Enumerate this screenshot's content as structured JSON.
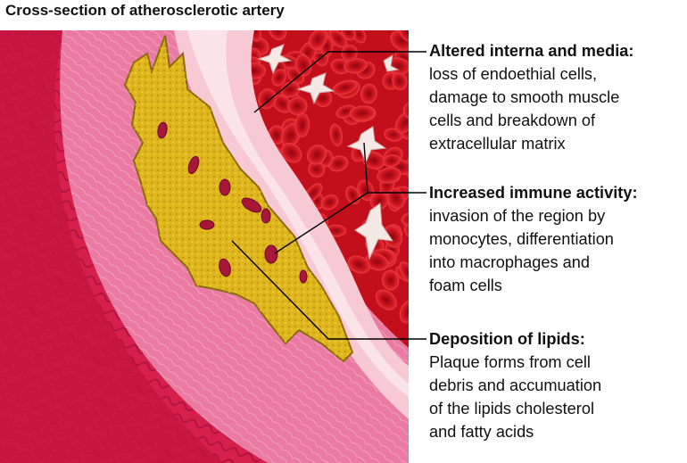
{
  "title": "Cross-section of atherosclerotic artery",
  "callouts": [
    {
      "heading": "Altered interna and media:",
      "lines": [
        "loss of endoethial cells,",
        "damage to smooth muscle",
        "cells and breakdown of",
        "extracellular matrix"
      ]
    },
    {
      "heading": "Increased immune activity:",
      "lines": [
        "invasion of the region by",
        "monocytes, differentiation",
        "into macrophages and",
        "foam cells"
      ]
    },
    {
      "heading": "Deposition of lipids:",
      "lines": [
        "Plaque forms from cell",
        "debris and accumuation",
        "of the lipids cholesterol",
        "and fatty acids"
      ]
    }
  ],
  "colors": {
    "blood": "#c8101c",
    "outer_wall": "#d81e4e",
    "media": "#ec7ea6",
    "plaque": "#d8b21a",
    "intima": "#f6c8d2"
  }
}
